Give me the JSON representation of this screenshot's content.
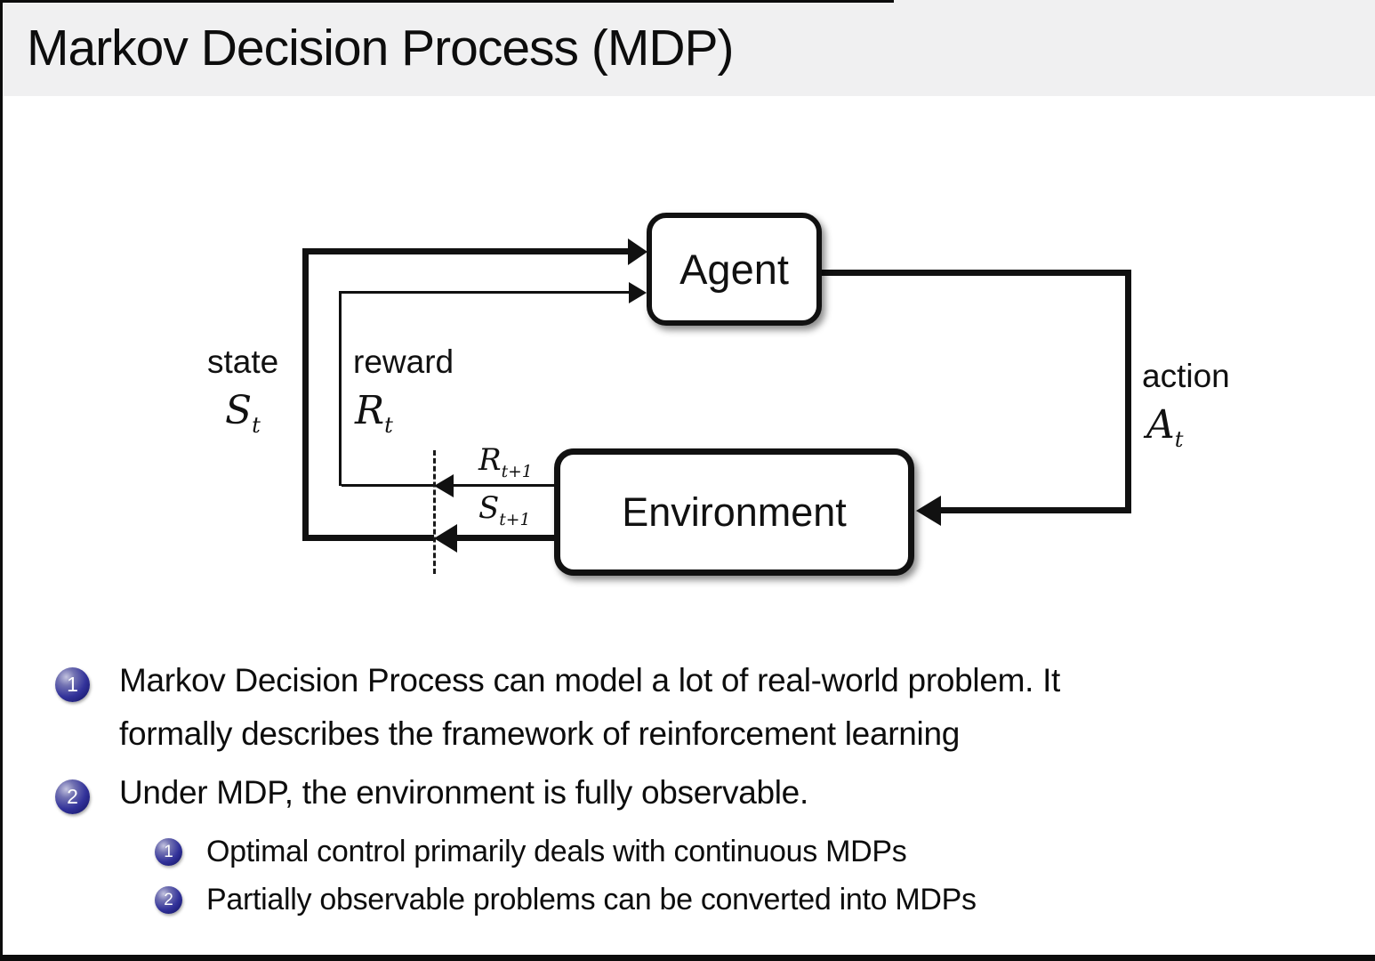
{
  "title": "Markov Decision Process (MDP)",
  "colors": {
    "title_band": "#f0f0f1",
    "line": "#111111",
    "ball": "#2a2a8c",
    "background": "#ffffff"
  },
  "diagram": {
    "agent_label": "Agent",
    "environment_label": "Environment",
    "state": {
      "label": "state",
      "symbol": "S",
      "sub": "t"
    },
    "reward": {
      "label": "reward",
      "symbol": "R",
      "sub": "t"
    },
    "action": {
      "label": "action",
      "symbol": "A",
      "sub": "t"
    },
    "next_reward": {
      "symbol": "R",
      "sub": "t+1"
    },
    "next_state": {
      "symbol": "S",
      "sub": "t+1"
    }
  },
  "bullets": {
    "item1": {
      "number": "1",
      "lines": [
        "Markov Decision Process can model a lot of real-world problem. It",
        "formally describes the framework of reinforcement learning"
      ]
    },
    "item2": {
      "number": "2",
      "text": "Under MDP, the environment is fully observable.",
      "sub1": {
        "number": "1",
        "text": "Optimal control primarily deals with continuous MDPs"
      },
      "sub2": {
        "number": "2",
        "text": "Partially observable problems can be converted into MDPs"
      }
    }
  }
}
